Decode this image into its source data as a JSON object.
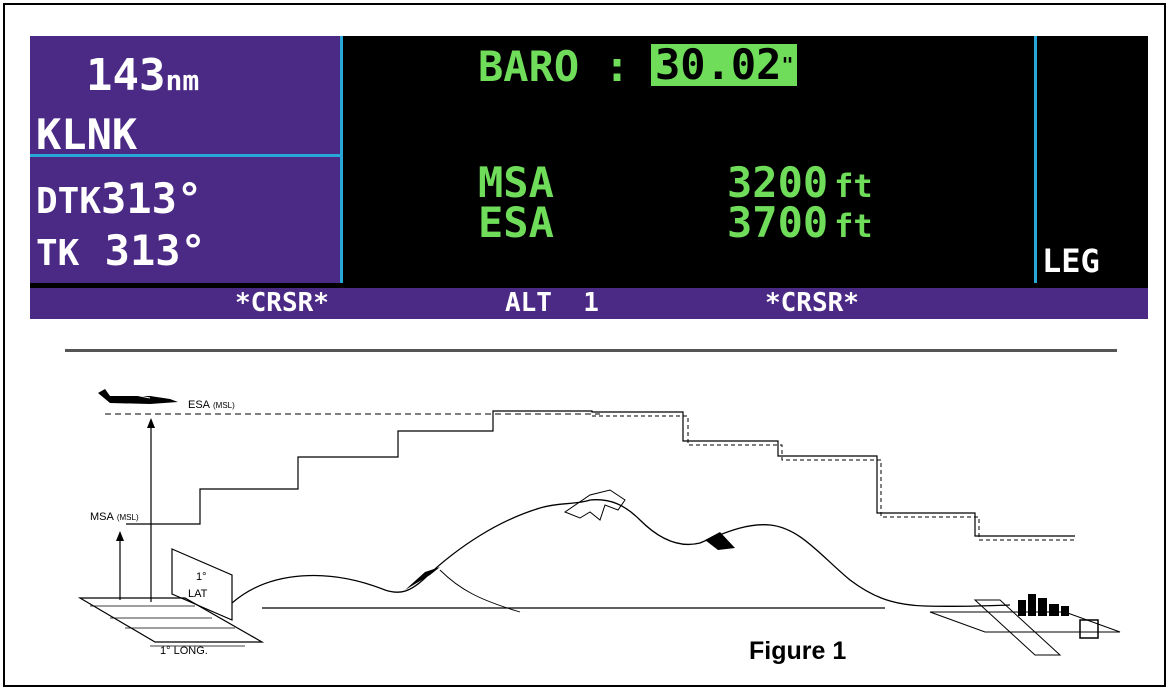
{
  "gps_display": {
    "left_panel": {
      "distance": "143",
      "distance_unit": "nm",
      "waypoint": "KLNK",
      "dtk_label": "DTK",
      "dtk_value": "313°",
      "tk_label": "TK",
      "tk_value": "313°"
    },
    "center": {
      "baro_label": "BARO :",
      "baro_value": "30.02",
      "baro_unit": "\"",
      "msa_label": "MSA",
      "msa_value": "3200",
      "msa_unit": "ft",
      "esa_label": "ESA",
      "esa_value": "3700",
      "esa_unit": "ft"
    },
    "right_panel": {
      "mode": "LEG"
    },
    "status_bar": {
      "left": "*CRSR*",
      "center": "ALT  1",
      "right": "*CRSR*"
    }
  },
  "diagram": {
    "esa_label": "ESA",
    "esa_suffix": "(MSL)",
    "msa_label": "MSA",
    "msa_suffix": "(MSL)",
    "lat_label_top": "1°",
    "lat_label_bottom": "LAT",
    "long_label": "1° LONG.",
    "caption": "Figure 1"
  },
  "colors": {
    "panel_purple": "#4b2a86",
    "lcd_green": "#6fdc5a",
    "cyan_border": "#2aa7d9",
    "lcd_black": "#000000"
  }
}
